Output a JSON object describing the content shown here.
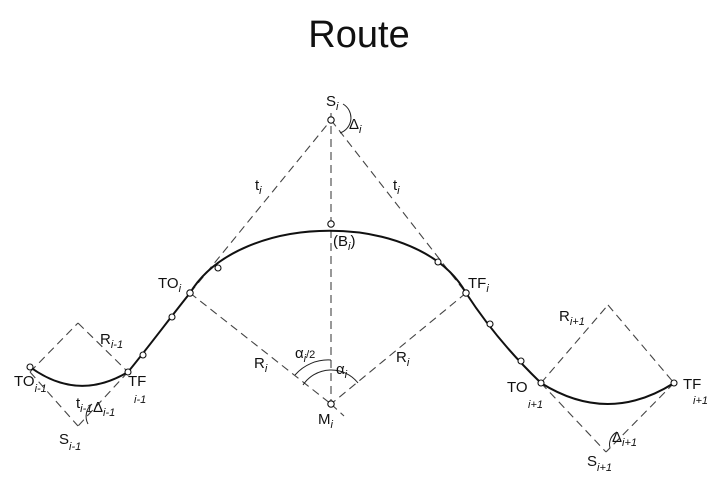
{
  "title": "Route",
  "labels": {
    "s_i": "S",
    "s_i_sub": "i",
    "delta_i": "Δ",
    "delta_i_sub": "i",
    "t_i_left": "t",
    "t_i_left_sub": "i",
    "t_i_right": "t",
    "t_i_right_sub": "i",
    "b_i": "(B",
    "b_i_sub": "i",
    "b_i_close": ")",
    "to_i": "TO",
    "to_i_sub": "i",
    "tf_i": "TF",
    "tf_i_sub": "i",
    "r_i_left": "R",
    "r_i_left_sub": "i",
    "r_i_right": "R",
    "r_i_right_sub": "i",
    "alpha_half": "α",
    "alpha_half_sub": "i",
    "alpha_half_tail": "/2",
    "alpha_i": "α",
    "alpha_i_sub": "i",
    "m_i": "M",
    "m_i_sub": "i",
    "r_prev": "R",
    "r_prev_sub": "i-1",
    "to_prev": "TO",
    "to_prev_sub": "i-1",
    "tf_prev": "TF",
    "tf_prev_sub": "i-1",
    "t_prev": "t",
    "t_prev_sub": "i-1",
    "s_prev": "S",
    "s_prev_sub": "i-1",
    "delta_prev": "Δ",
    "delta_prev_sub": "i-1",
    "r_next": "R",
    "r_next_sub": "i+1",
    "to_next": "TO",
    "to_next_sub": "i+1",
    "tf_next": "TF",
    "tf_next_sub": "i+1",
    "s_next": "S",
    "s_next_sub": "i+1",
    "delta_next": "Δ",
    "delta_next_sub": "i+1"
  }
}
